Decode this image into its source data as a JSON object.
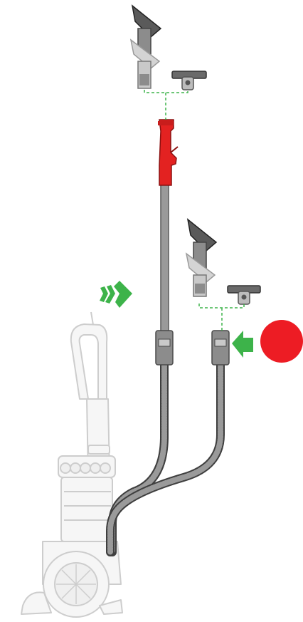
{
  "diagram": {
    "title": "",
    "colors": {
      "background": "#ffffff",
      "vacuum_outline": "#cfcfcf",
      "vacuum_fill": "#f4f4f4",
      "tool_dark": "#5a5a5a",
      "tool_mid": "#8c8c8c",
      "tool_light": "#c9c9c9",
      "wand_red": "#e32221",
      "wand_grey": "#9a9a9a",
      "hose_dark": "#3f3f3f",
      "hose_light": "#a0a0a0",
      "connector_green": "#3db34a",
      "motion_arrow_green": "#3db34a",
      "indicator_red": "#ed1c24"
    },
    "components": [
      {
        "name": "upright-vacuum",
        "icon": "vacuum-icon",
        "style": "ghosted"
      },
      {
        "name": "extension-wand",
        "icon": "wand-icon",
        "color": "red-and-grey"
      },
      {
        "name": "upper-crevice-tool",
        "icon": "crevice-tool-icon"
      },
      {
        "name": "upper-stair-tool",
        "icon": "stair-tool-icon"
      },
      {
        "name": "lower-crevice-tool",
        "icon": "crevice-tool-icon"
      },
      {
        "name": "lower-stair-tool",
        "icon": "stair-tool-icon"
      },
      {
        "name": "long-hose",
        "icon": "hose-icon"
      },
      {
        "name": "short-hose",
        "icon": "hose-icon"
      },
      {
        "name": "motion-arrow",
        "icon": "motion-arrow-icon",
        "direction": "right"
      },
      {
        "name": "insert-arrow",
        "icon": "arrow-left-icon",
        "direction": "left"
      },
      {
        "name": "status-dot",
        "icon": "red-dot-icon"
      }
    ],
    "connections": [
      {
        "from": "upper-tools",
        "to": "extension-wand",
        "style": "dashed-green"
      },
      {
        "from": "lower-tools",
        "to": "short-hose",
        "style": "dashed-green"
      }
    ]
  }
}
